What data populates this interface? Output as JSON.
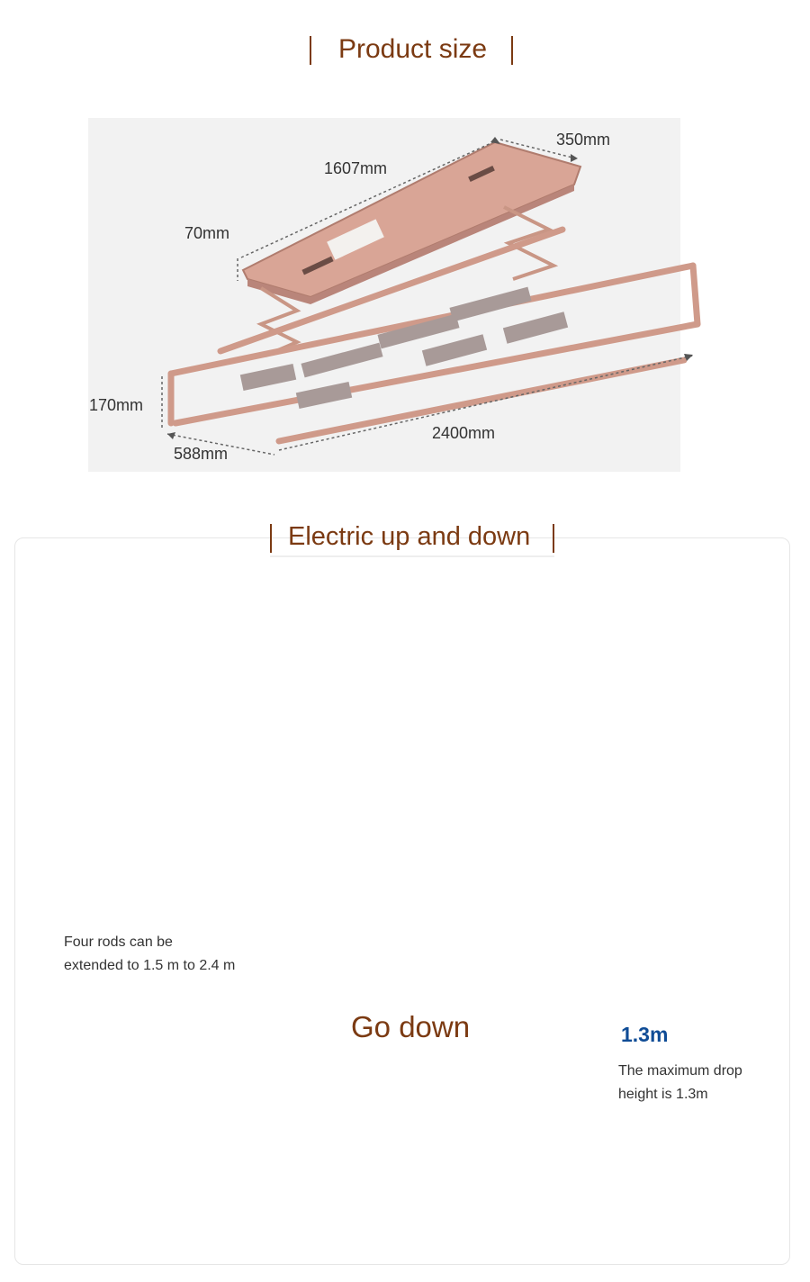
{
  "header": {
    "title": "Product size"
  },
  "product_size": {
    "dimensions": {
      "length_top": "1607mm",
      "width_top": "350mm",
      "thickness": "70mm",
      "rack_height": "170mm",
      "rack_width": "588mm",
      "rack_length": "2400mm"
    },
    "colors": {
      "rack": "#c99685",
      "rack_dark": "#a8746a",
      "panel": "#f2f2f2"
    }
  },
  "electric": {
    "title": "Electric up and down",
    "rods_line1": "Four rods can be",
    "rods_line2": "extended to 1.5 m to 2.4 m",
    "go_down": "Go down",
    "drop_value": "1.3m",
    "drop_line1": "The maximum drop",
    "drop_line2": "height is 1.3m",
    "colors": {
      "up_arrow": "#0f4c96",
      "down_arrow": "#19e0f5",
      "rod_arrow": "#1aa6e8",
      "title": "#7b3a12"
    }
  }
}
